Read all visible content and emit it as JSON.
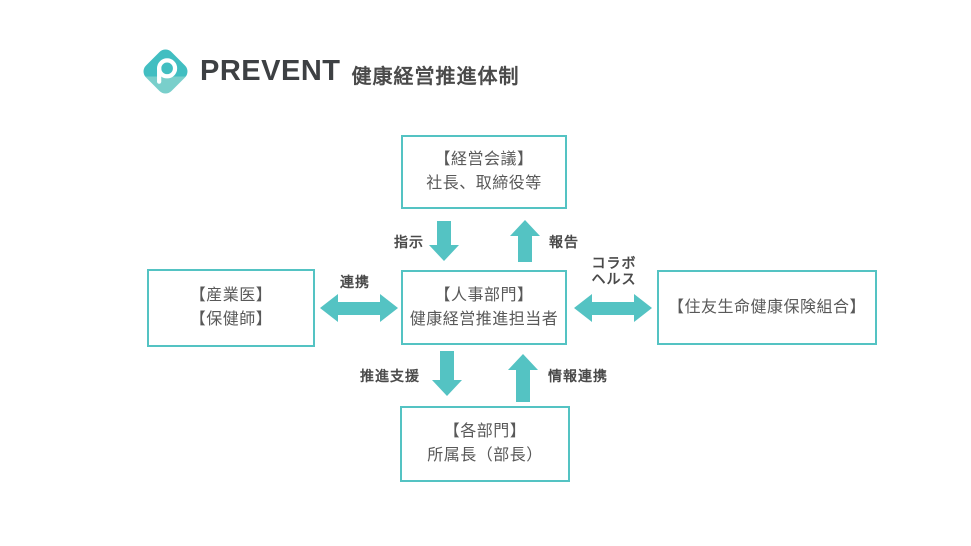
{
  "page": {
    "background": "#ffffff"
  },
  "header": {
    "brand": "PREVENT",
    "title": "健康経営推進体制",
    "logo_icon": "prevent-diamond-p-logo"
  },
  "colors": {
    "teal": "#54c3c3",
    "logo_teal_dark": "#41bec1",
    "logo_teal_light": "#79cfcb",
    "brand_text": "#3d4043",
    "box_text": "#595959",
    "label_text": "#4a4a4a"
  },
  "diagram": {
    "boxes": {
      "management_meeting": {
        "line1": "【経営会議】",
        "line2": "社長、取締役等"
      },
      "hr": {
        "line1": "【人事部門】",
        "line2": "健康経営推進担当者"
      },
      "occupational_health": {
        "line1": "【産業医】",
        "line2": "【保健師】"
      },
      "insurance_union": {
        "line1": "【住友生命健康保険組合】"
      },
      "departments": {
        "line1": "【各部門】",
        "line2": "所属長（部長）"
      }
    },
    "arrow_labels": {
      "instruction": "指示",
      "report": "報告",
      "cooperation": "連携",
      "collabo_health_line1": "コラボ",
      "collabo_health_line2": "ヘルス",
      "promotion_support": "推進支援",
      "info_sharing": "情報連携"
    }
  }
}
